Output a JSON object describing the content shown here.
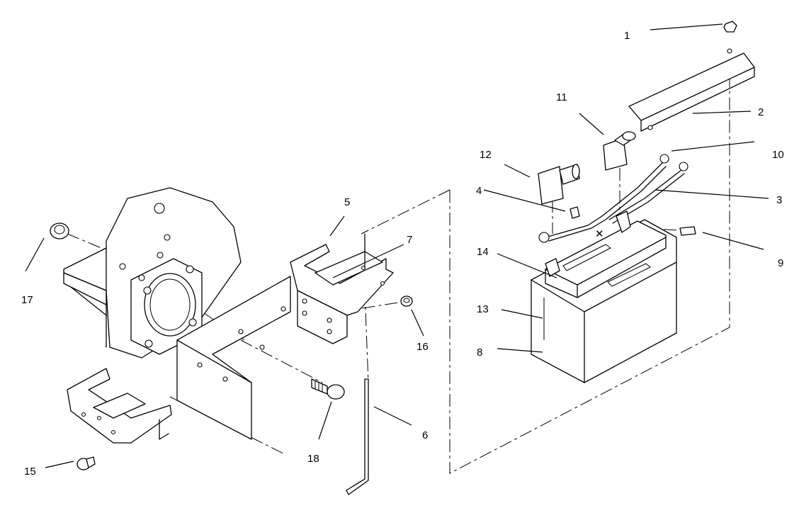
{
  "callouts": [
    {
      "id": "c1",
      "text": "1"
    },
    {
      "id": "c2",
      "text": "2"
    },
    {
      "id": "c3",
      "text": "3"
    },
    {
      "id": "c4",
      "text": "4"
    },
    {
      "id": "c5",
      "text": "5"
    },
    {
      "id": "c6",
      "text": "6"
    },
    {
      "id": "c7",
      "text": "7"
    },
    {
      "id": "c8",
      "text": "8"
    },
    {
      "id": "c9",
      "text": "9"
    },
    {
      "id": "c10",
      "text": "10"
    },
    {
      "id": "c11",
      "text": "11"
    },
    {
      "id": "c12",
      "text": "12"
    },
    {
      "id": "c13",
      "text": "13"
    },
    {
      "id": "c14",
      "text": "14"
    },
    {
      "id": "c15",
      "text": "15"
    },
    {
      "id": "c16",
      "text": "16"
    },
    {
      "id": "c17",
      "text": "17"
    },
    {
      "id": "c18",
      "text": "18"
    }
  ],
  "battery": {
    "terminal_mark": "✕"
  }
}
